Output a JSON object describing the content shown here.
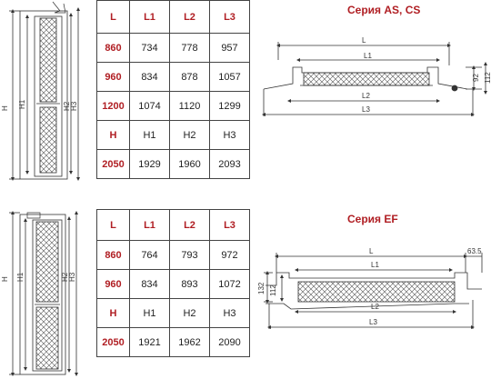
{
  "series_top": {
    "title": "Серия AS, CS",
    "table": {
      "header": [
        "L",
        "L1",
        "L2",
        "L3"
      ],
      "rows": [
        [
          "860",
          "734",
          "778",
          "957"
        ],
        [
          "960",
          "834",
          "878",
          "1057"
        ],
        [
          "1200",
          "1074",
          "1120",
          "1299"
        ],
        [
          "H",
          "H1",
          "H2",
          "H3"
        ],
        [
          "2050",
          "1929",
          "1960",
          "2093"
        ]
      ]
    },
    "dims": {
      "L": "L",
      "L1": "L1",
      "L2": "L2",
      "L3": "L3",
      "d1": "92",
      "d2": "112"
    }
  },
  "series_bottom": {
    "title": "Серия EF",
    "table": {
      "header": [
        "L",
        "L1",
        "L2",
        "L3"
      ],
      "rows": [
        [
          "860",
          "764",
          "793",
          "972"
        ],
        [
          "960",
          "834",
          "893",
          "1072"
        ],
        [
          "H",
          "H1",
          "H2",
          "H3"
        ],
        [
          "2050",
          "1921",
          "1962",
          "2090"
        ]
      ]
    },
    "dims": {
      "L": "L",
      "L1": "L1",
      "L2": "L2",
      "L3": "L3",
      "d1": "112",
      "d2": "132",
      "d3": "63.5"
    }
  },
  "elevation_labels": {
    "H": "H",
    "H1": "H1",
    "H2": "H2",
    "H3": "H3"
  },
  "colors": {
    "accent": "#b01e23",
    "line": "#333333"
  }
}
